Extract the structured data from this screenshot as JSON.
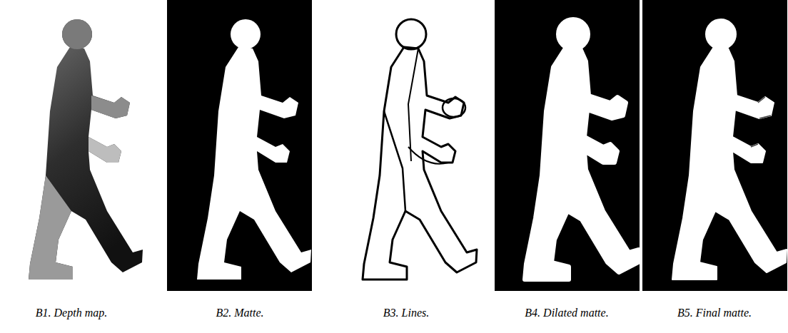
{
  "diagram": {
    "labels": [
      "B1. Depth map.",
      "B2. Matte.",
      "B3. Lines.",
      "B4. Dilated matte.",
      "B5. Final matte."
    ]
  }
}
